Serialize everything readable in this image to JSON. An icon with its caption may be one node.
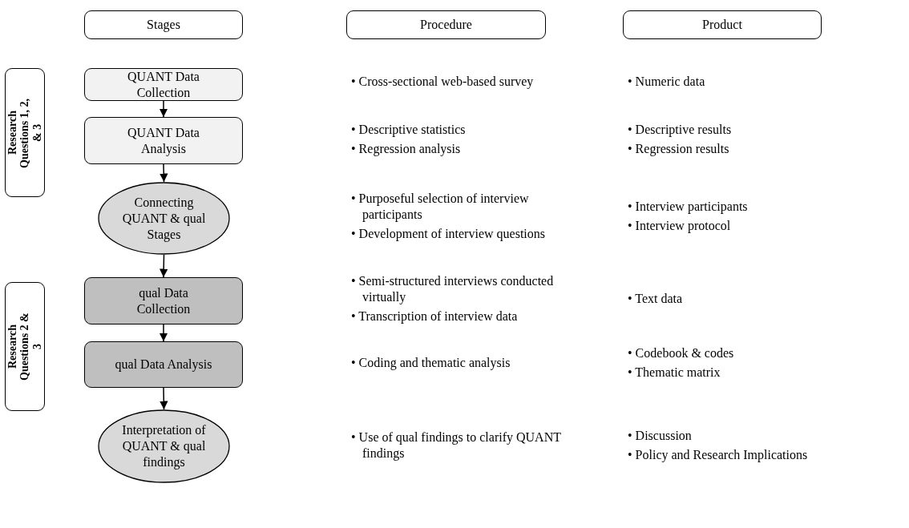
{
  "diagram": {
    "nodes": [
      {
        "text": [
          "Stages"
        ]
      },
      {
        "text": [
          "Procedure"
        ]
      },
      {
        "text": [
          "Product"
        ]
      },
      {
        "text": [
          "Research Questions 1, 2, & 3"
        ]
      },
      {
        "text": [
          "QUANT Data Collection"
        ]
      },
      {
        "text": [
          "QUANT Data Analysis"
        ]
      },
      {
        "text": [
          "Connecting QUANT & qual Stages"
        ]
      },
      {
        "text": [
          "Research Questions 2 & 3"
        ]
      },
      {
        "text": [
          "qual Data Collection"
        ]
      },
      {
        "text": [
          "qual Data Analysis"
        ]
      },
      {
        "text": [
          "Interpretation of QUANT & qual findings"
        ]
      }
    ],
    "edges": [
      {
        "from": 4,
        "to": 5,
        "arrow": "to"
      },
      {
        "from": 5,
        "to": 6,
        "arrow": "to"
      },
      {
        "from": 6,
        "to": 8,
        "arrow": "to"
      },
      {
        "from": 8,
        "to": 9,
        "arrow": "to"
      },
      {
        "from": 9,
        "to": 10,
        "arrow": "to"
      }
    ],
    "labels": [
      "• Cross-sectional web-based survey",
      "• Numeric data",
      "• Descriptive statistics",
      "• Regression analysis",
      "• Descriptive results",
      "• Regression results",
      "• Purposeful selection of interview participants",
      "• Development of interview questions",
      "• Interview participants",
      "• Interview protocol",
      "• Semi-structured interviews conducted virtually",
      "• Transcription of interview data",
      "• Text data",
      "• Coding and thematic analysis",
      "• Codebook & codes",
      "• Thematic matrix",
      "• Use of qual findings to clarify QUANT findings",
      "• Discussion",
      "• Policy and Research Implications"
    ]
  }
}
